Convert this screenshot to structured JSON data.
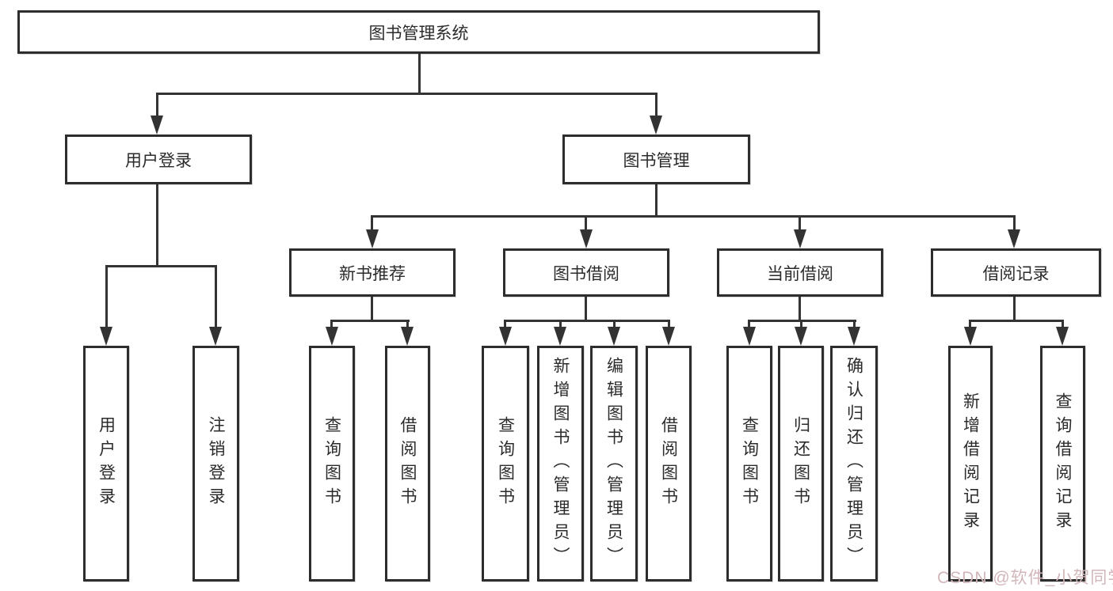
{
  "diagram": {
    "root": {
      "label": "图书管理系统"
    },
    "user_login": {
      "label": "用户登录",
      "children": [
        {
          "label": "用户登录"
        },
        {
          "label": "注销登录"
        }
      ]
    },
    "book_mgmt": {
      "label": "图书管理",
      "children": [
        {
          "label": "新书推荐",
          "children": [
            {
              "label": "查询图书"
            },
            {
              "label": "借阅图书"
            }
          ]
        },
        {
          "label": "图书借阅",
          "children": [
            {
              "label": "查询图书"
            },
            {
              "label": "新增图书（管理员）"
            },
            {
              "label": "编辑图书（管理员）"
            },
            {
              "label": "借阅图书"
            }
          ]
        },
        {
          "label": "当前借阅",
          "children": [
            {
              "label": "查询图书"
            },
            {
              "label": "归还图书"
            },
            {
              "label": "确认归还（管理员）"
            }
          ]
        },
        {
          "label": "借阅记录",
          "children": [
            {
              "label": "新增借阅记录"
            },
            {
              "label": "查询借阅记录"
            }
          ]
        }
      ]
    },
    "colors": {
      "line": "#333333",
      "box_border": "#2d2d2d",
      "text": "#2b2b2b",
      "background": "#ffffff",
      "watermark": "#d2b6ba"
    }
  },
  "watermark": {
    "text": "CSDN @软件_小贺同学"
  }
}
